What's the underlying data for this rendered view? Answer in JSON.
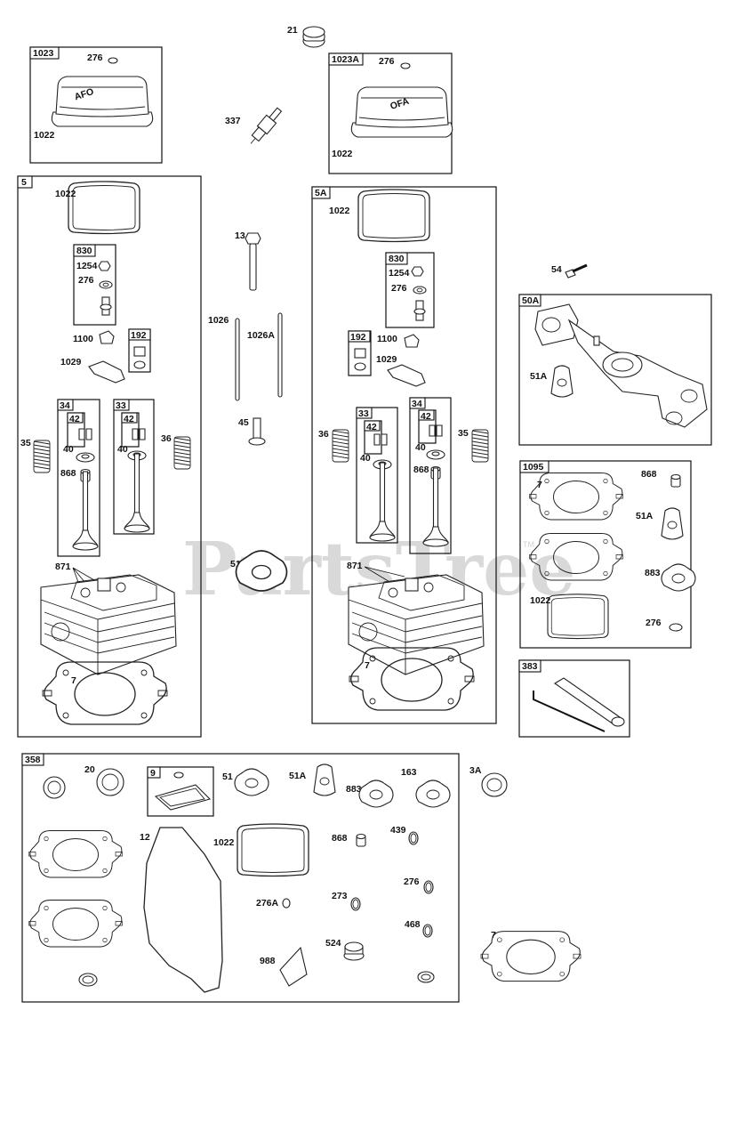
{
  "watermark": {
    "text": "PartsTree",
    "trademark": "TM"
  },
  "groups": {
    "g1023": "1023",
    "g1023A": "1023A",
    "g5": "5",
    "g5A": "5A",
    "g830a": "830",
    "g830b": "830",
    "g192a": "192",
    "g192b": "192",
    "g34a": "34",
    "g33a": "33",
    "g33b": "33",
    "g34b": "34",
    "g42a": "42",
    "g42b": "42",
    "g42c": "42",
    "g42d": "42",
    "g50A": "50A",
    "g1095": "1095",
    "g383": "383",
    "g358": "358",
    "g9": "9"
  },
  "labels": {
    "p21": "21",
    "p276_a": "276",
    "p1022_a": "1022",
    "p276_b": "276",
    "p1022_b": "1022",
    "p337": "337",
    "p1022_c": "1022",
    "p1254_a": "1254",
    "p276_c": "276",
    "p1100_a": "1100",
    "p1029_a": "1029",
    "p35_a": "35",
    "p40_a": "40",
    "p868_a": "868",
    "p40_b": "40",
    "p36_a": "36",
    "p871_a": "871",
    "p7_a": "7",
    "p13": "13",
    "p1026": "1026",
    "p1026A": "1026A",
    "p45": "45",
    "p51_a": "51",
    "p1022_d": "1022",
    "p1254_b": "1254",
    "p276_d": "276",
    "p1100_b": "1100",
    "p1029_b": "1029",
    "p36_b": "36",
    "p40_c": "40",
    "p40_d": "40",
    "p868_b": "868",
    "p35_b": "35",
    "p871_b": "871",
    "p7_b": "7",
    "p54": "54",
    "p51A_a": "51A",
    "p7_c": "7",
    "p868_c": "868",
    "p51A_b": "51A",
    "p883_a": "883",
    "p1022_e": "1022",
    "p276_e": "276",
    "p20": "20",
    "p51_b": "51",
    "p51A_c": "51A",
    "p883_b": "883",
    "p163": "163",
    "p3A": "3A",
    "p12": "12",
    "p1022_f": "1022",
    "p868_d": "868",
    "p439": "439",
    "p276_f": "276",
    "p276A": "276A",
    "p273": "273",
    "p468": "468",
    "p524": "524",
    "p988": "988",
    "p7_d": "7"
  },
  "cover_stamp": {
    "left": "AFO",
    "right": "OFA"
  }
}
